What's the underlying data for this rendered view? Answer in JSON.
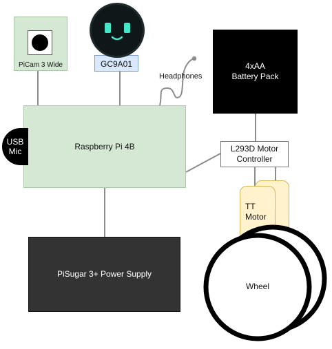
{
  "picam": {
    "label": "PiCam 3 Wide"
  },
  "display": {
    "label": "GC9A01"
  },
  "headphones": {
    "label": "Headphones"
  },
  "battery": {
    "line1": "4xAA",
    "line2": "Battery Pack"
  },
  "usb_mic": {
    "line1": "USB",
    "line2": "Mic"
  },
  "raspberry_pi": {
    "label": "Raspberry Pi 4B"
  },
  "motor_controller": {
    "line1": "L293D Motor",
    "line2": "Controller"
  },
  "tt_motor": {
    "line1": "TT",
    "line2": "Motor"
  },
  "power_supply": {
    "label": "PiSugar 3+ Power Supply"
  },
  "wheel": {
    "label": "Wheel"
  },
  "colors": {
    "component_green": "#d5e8d4",
    "display_blue": "#dae8fc",
    "motor_yellow": "#fff2cc",
    "black_block": "#000000",
    "dark_block": "#333333",
    "connector": "#8c8c8c"
  }
}
